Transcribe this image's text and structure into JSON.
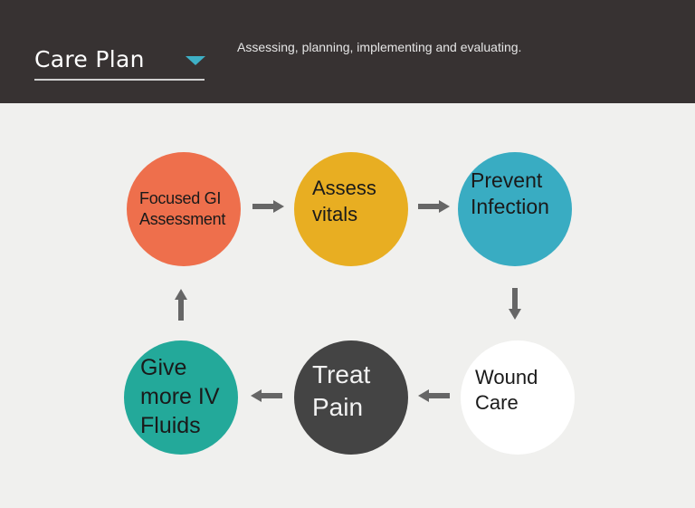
{
  "header": {
    "dropdown": {
      "label": "Care Plan",
      "icon": "caret-down-icon"
    },
    "subtitle": "Assessing, planning, implementing and evaluating."
  },
  "colors": {
    "header_bg": "#373232",
    "accent": "#3eb0c6",
    "page_bg": "#f0f0ee",
    "arrow": "#666666"
  },
  "cycle": {
    "nodes": [
      {
        "id": "focused-gi-assessment",
        "label": "Focused GI\nAssessment",
        "color": "#ee6f4c",
        "text_color": "#1a1a1a"
      },
      {
        "id": "assess-vitals",
        "label": "Assess\nvitals",
        "color": "#e8ae22",
        "text_color": "#1a1a1a"
      },
      {
        "id": "prevent-infection",
        "label": "Prevent\nInfection",
        "color": "#39acc2",
        "text_color": "#1a1a1a"
      },
      {
        "id": "wound-care",
        "label": "Wound\nCare",
        "color": "#ffffff",
        "text_color": "#1a1a1a"
      },
      {
        "id": "treat-pain",
        "label": "Treat\nPain",
        "color": "#444444",
        "text_color": "#f2f2f2"
      },
      {
        "id": "give-more-iv-fluids",
        "label": "Give\nmore IV\nFluids",
        "color": "#23a99a",
        "text_color": "#1a1a1a"
      }
    ],
    "flow": [
      {
        "from": "focused-gi-assessment",
        "to": "assess-vitals",
        "direction": "right"
      },
      {
        "from": "assess-vitals",
        "to": "prevent-infection",
        "direction": "right"
      },
      {
        "from": "prevent-infection",
        "to": "wound-care",
        "direction": "down"
      },
      {
        "from": "wound-care",
        "to": "treat-pain",
        "direction": "left"
      },
      {
        "from": "treat-pain",
        "to": "give-more-iv-fluids",
        "direction": "left"
      },
      {
        "from": "give-more-iv-fluids",
        "to": "focused-gi-assessment",
        "direction": "up"
      }
    ]
  }
}
